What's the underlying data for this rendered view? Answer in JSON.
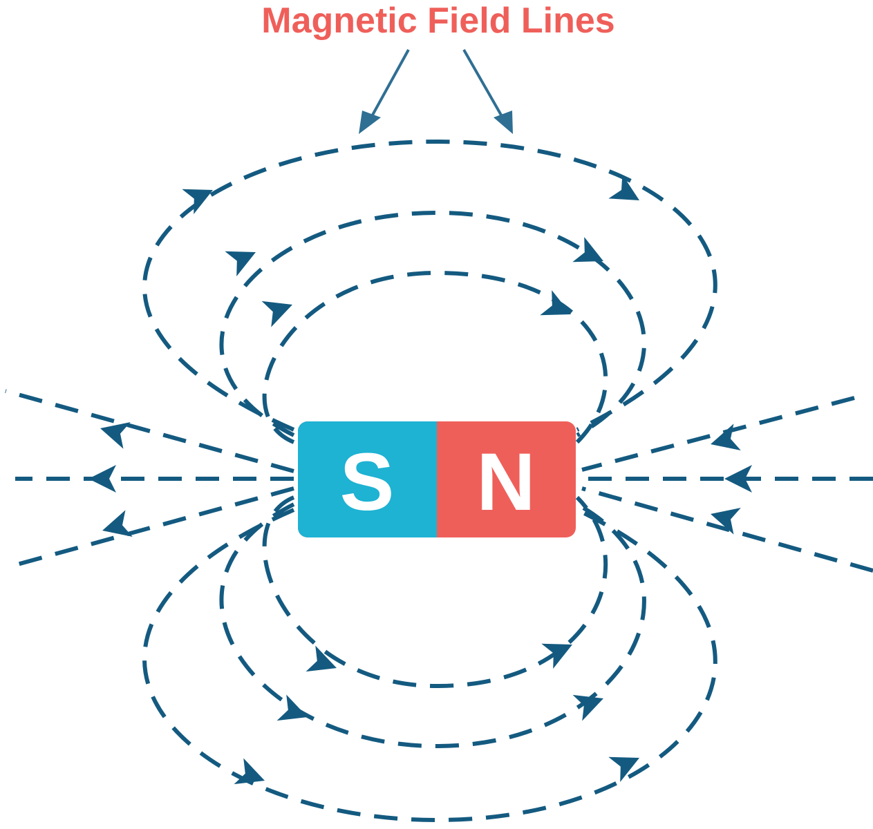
{
  "title": "Magnetic Field Lines",
  "magnet": {
    "south_label": "S",
    "north_label": "N"
  },
  "colors": {
    "title": "#ef5f5a",
    "field_line": "#145a80",
    "pointer": "#2f6f93",
    "south_pole": "#1eb2d3",
    "north_pole": "#ef5f5a",
    "pole_text": "#ffffff"
  },
  "icons": {
    "direction_marker": "arrowhead-icon"
  }
}
